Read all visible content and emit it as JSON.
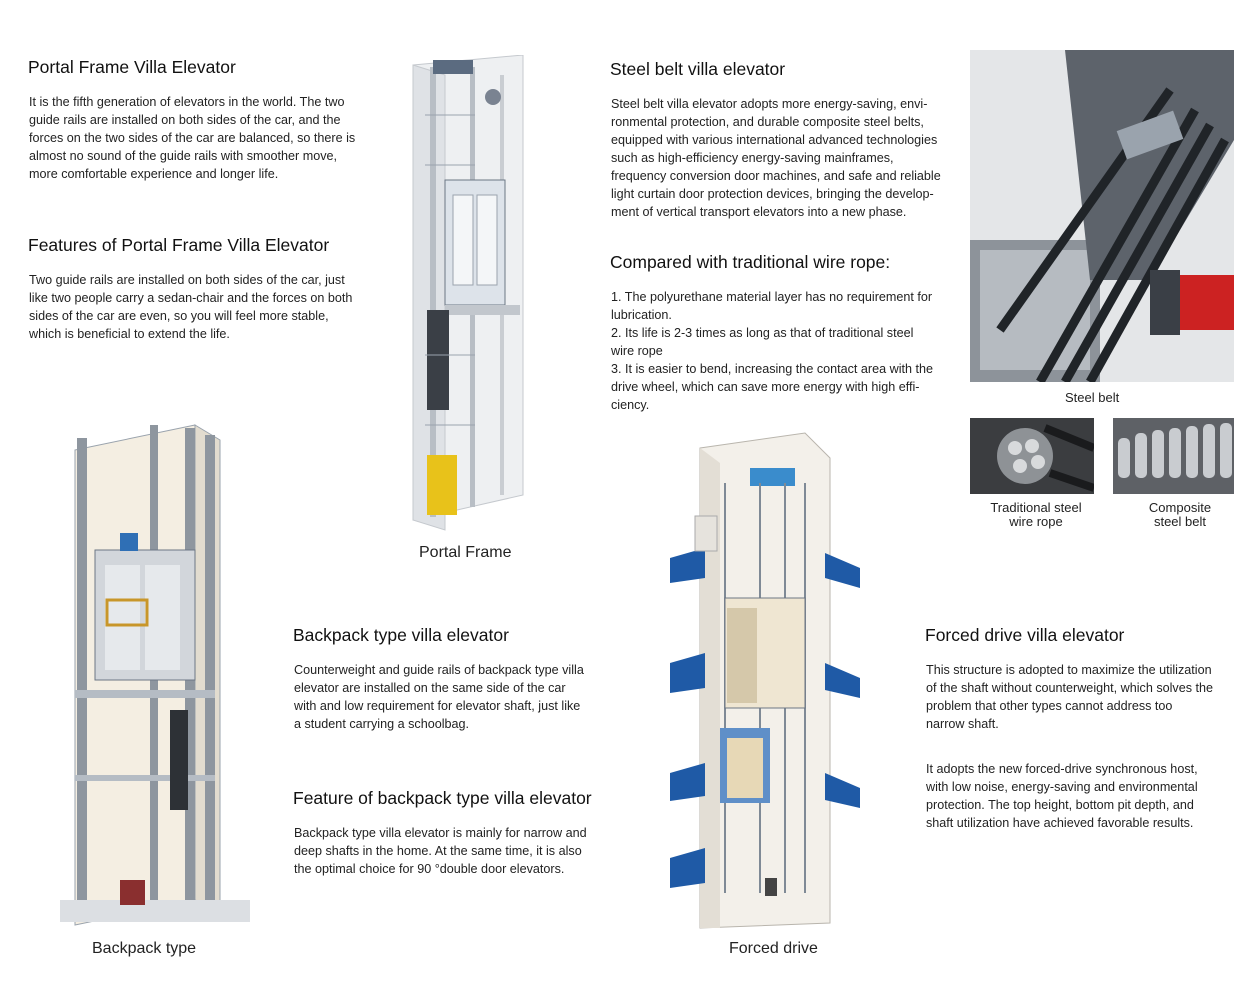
{
  "portal": {
    "title": "Portal Frame Villa Elevator",
    "body": [
      "It is the fifth generation of elevators in the world. The two",
      "guide rails are installed on both sides of the car, and the",
      "forces on the two sides of the car are balanced, so there is",
      "almost no sound of  the guide rails with smoother move,",
      "more comfortable experience and longer life."
    ],
    "features_title": "Features of Portal Frame Villa Elevator",
    "features_body": [
      "Two guide rails are installed on both sides of the car, just",
      "like two people carry a sedan-chair and the forces on both",
      "sides of the car are even, so you will feel more stable,",
      "which is beneficial to extend the life."
    ],
    "caption": "Portal Frame"
  },
  "steel_belt": {
    "title": "Steel belt villa elevator",
    "body": [
      "Steel belt villa elevator adopts more energy-saving, envi-",
      "ronmental protection, and durable composite steel belts,",
      "equipped with various international advanced technologies",
      "such as high-efficiency energy-saving mainframes,",
      "frequency conversion door machines, and safe and reliable",
      "light curtain door protection devices, bringing the develop-",
      "ment of vertical transport elevators into a new phase."
    ],
    "compare_title": "Compared with traditional wire rope:",
    "compare_body": [
      "1. The polyurethane material layer has no requirement for",
      "lubrication.",
      "2. Its life is 2-3 times as long as that of traditional steel",
      "wire rope",
      "3. It is easier to bend, increasing the contact area with the",
      "drive wheel, which can save more energy with high effi-",
      "ciency."
    ],
    "photo_caption": "Steel belt",
    "wire_rope_caption": [
      "Traditional steel",
      "wire rope"
    ],
    "composite_caption": [
      "Composite",
      "steel belt"
    ]
  },
  "backpack": {
    "title": "Backpack type villa elevator",
    "body": [
      "Counterweight and guide rails of backpack type villa",
      "elevator are installed on the same side of the car",
      "with and low requirement for elevator shaft, just like",
      "a student carrying a schoolbag."
    ],
    "feature_title": "Feature of backpack type villa elevator",
    "feature_body": [
      "Backpack type villa elevator is mainly for narrow and",
      "deep shafts in the home. At the same time, it is also",
      "the optimal choice for 90 °double door elevators."
    ],
    "caption": "Backpack type"
  },
  "forced": {
    "title": "Forced drive villa elevator",
    "body": [
      "This structure is adopted to maximize the utilization",
      "of the shaft without counterweight, which solves the",
      "problem that other types cannot address too",
      "narrow shaft."
    ],
    "body2": [
      "It adopts the new forced-drive synchronous host,",
      "with low noise, energy-saving and environmental",
      "protection. The top height, bottom pit depth, and",
      "shaft utilization have achieved favorable results."
    ],
    "caption": "Forced drive"
  },
  "colors": {
    "floor_blue": "#1f5aa6",
    "belt_red": "#cc2222",
    "car_yellow": "#e8c21a",
    "steel": "#9aa3ad"
  },
  "icons": [
    "portal-frame-elevator-illustration",
    "backpack-elevator-illustration",
    "forced-drive-elevator-illustration",
    "steel-belt-photo",
    "wire-rope-photo",
    "composite-belt-photo"
  ]
}
